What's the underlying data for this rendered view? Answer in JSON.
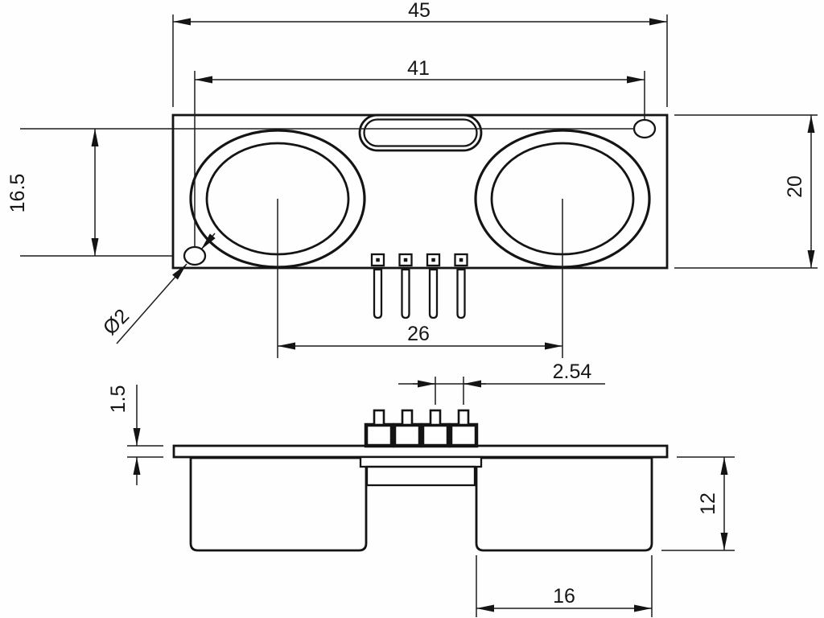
{
  "drawing": {
    "type": "mechanical-dimension-drawing",
    "background": "#fefefe",
    "line_color": "#141414",
    "labels": {
      "overall_width": "45",
      "hole_span": "41",
      "board_height": "20",
      "hole_vertical_span": "16.5",
      "transducer_center_spacing": "26",
      "mounting_hole_diameter": "Ø2",
      "pcb_thickness": "1.5",
      "pin_pitch": "2.54",
      "transducer_body_height": "12",
      "transducer_body_diameter": "16"
    }
  }
}
